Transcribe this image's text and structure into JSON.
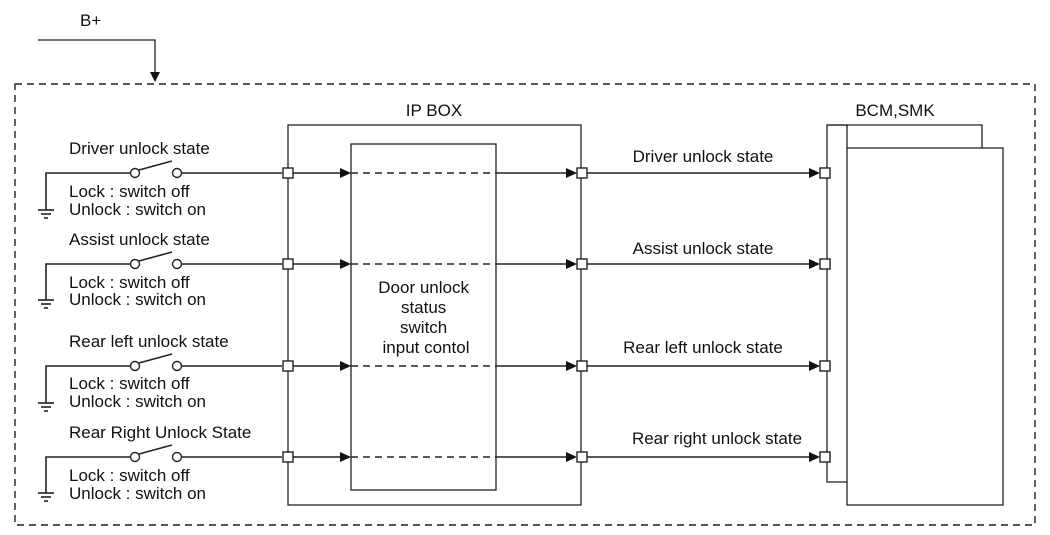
{
  "supply": {
    "label": "B+"
  },
  "ip_box": {
    "title": "IP BOX",
    "block_label_lines": [
      "Door unlock",
      "status",
      "switch",
      "input contol"
    ]
  },
  "bcm": {
    "title": "BCM,SMK"
  },
  "switch_state_labels": {
    "lock": "Lock : switch off",
    "unlock": "Unlock : switch on"
  },
  "channels": [
    {
      "input_label": "Driver unlock state",
      "output_label": "Driver unlock state"
    },
    {
      "input_label": "Assist unlock state",
      "output_label": "Assist unlock state"
    },
    {
      "input_label": "Rear left unlock state",
      "output_label": "Rear left unlock state"
    },
    {
      "input_label": "Rear Right Unlock State",
      "output_label": "Rear right unlock state"
    }
  ]
}
